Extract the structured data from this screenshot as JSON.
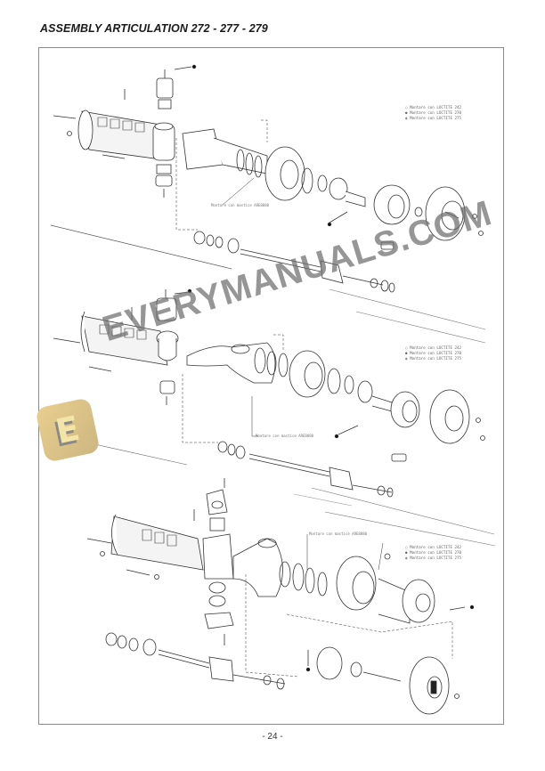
{
  "page": {
    "title": "ASSEMBLY ARTICULATION 272 - 277 - 279",
    "page_number": "- 24 -"
  },
  "diagrams": [
    {
      "id": "272",
      "legend": [
        {
          "symbol": "○",
          "text": "Montare con LOCTITE 242"
        },
        {
          "symbol": "●",
          "text": "Montare con LOCTITE 270"
        },
        {
          "symbol": "◉",
          "text": "Montare con LOCTITE 275"
        }
      ],
      "callout": "Montare con mastice ARE8080"
    },
    {
      "id": "277",
      "legend": [
        {
          "symbol": "○",
          "text": "Montare con LOCTITE 242"
        },
        {
          "symbol": "●",
          "text": "Montare con LOCTITE 270"
        },
        {
          "symbol": "◉",
          "text": "Montare con LOCTITE 275"
        }
      ],
      "callout": "Montare con mastice ARE8080"
    },
    {
      "id": "279",
      "legend": [
        {
          "symbol": "○",
          "text": "Montare con LOCTITE 242"
        },
        {
          "symbol": "●",
          "text": "Montare con LOCTITE 270"
        },
        {
          "symbol": "◉",
          "text": "Montare con LOCTITE 275"
        }
      ],
      "callout": "Montare con mastice ARE8080"
    }
  ],
  "watermark": {
    "text": "EVERYMANUALS.COM",
    "logo_letter": "E"
  }
}
